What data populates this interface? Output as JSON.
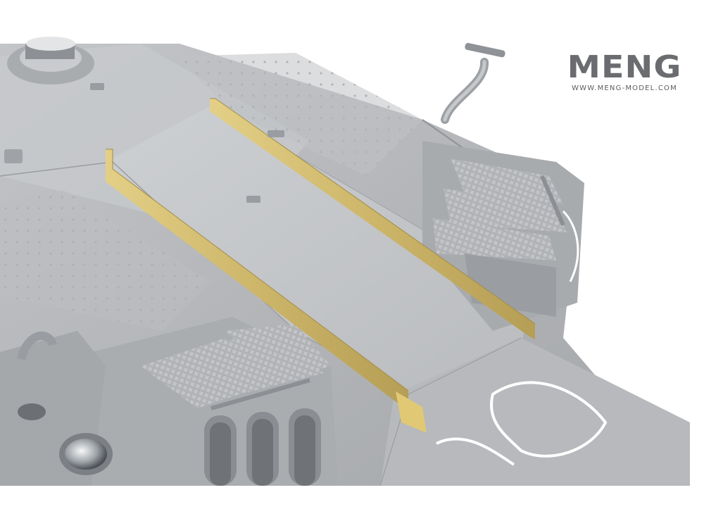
{
  "brand": {
    "logo_text": "MENG",
    "website": "WWW.MENG-MODEL.COM"
  },
  "colors": {
    "background": "#ffffff",
    "model_grey": "#b7b9bc",
    "model_grey_light": "#c8cacd",
    "model_grey_dark": "#8f9296",
    "photo_etch_brass": "#d2bd72",
    "brand_grey": "#6a6c6f"
  },
  "subject": {
    "icon": "scale-model-vehicle-render"
  }
}
